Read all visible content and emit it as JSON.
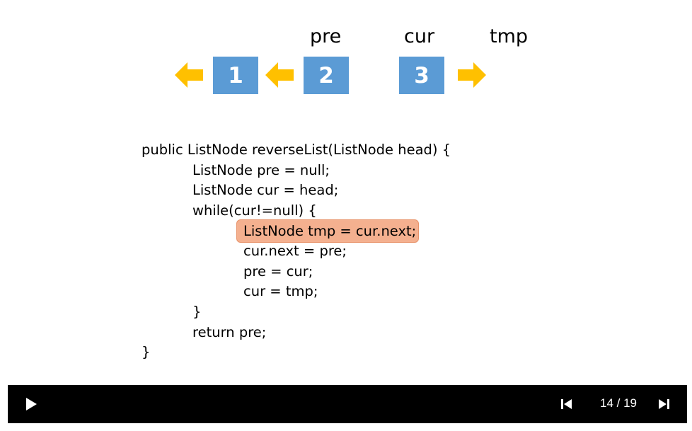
{
  "diagram": {
    "labels": [
      "pre",
      "cur",
      "tmp"
    ],
    "nodes": [
      "1",
      "2",
      "3"
    ],
    "colors": {
      "node": "#5b9bd5",
      "arrow": "#ffc000",
      "highlight": "#f4b08f"
    }
  },
  "code": {
    "lines": [
      "public ListNode reverseList(ListNode head) {",
      "ListNode pre = null;",
      "ListNode cur = head;",
      "while(cur!=null) {",
      "ListNode tmp = cur.next;",
      "cur.next = pre;",
      "pre = cur;",
      "cur = tmp;",
      "}",
      "return pre;",
      "}"
    ],
    "highlighted_line": 4
  },
  "player": {
    "page_counter": "14 / 19",
    "icons": [
      "play-icon",
      "previous-icon",
      "next-icon"
    ]
  }
}
